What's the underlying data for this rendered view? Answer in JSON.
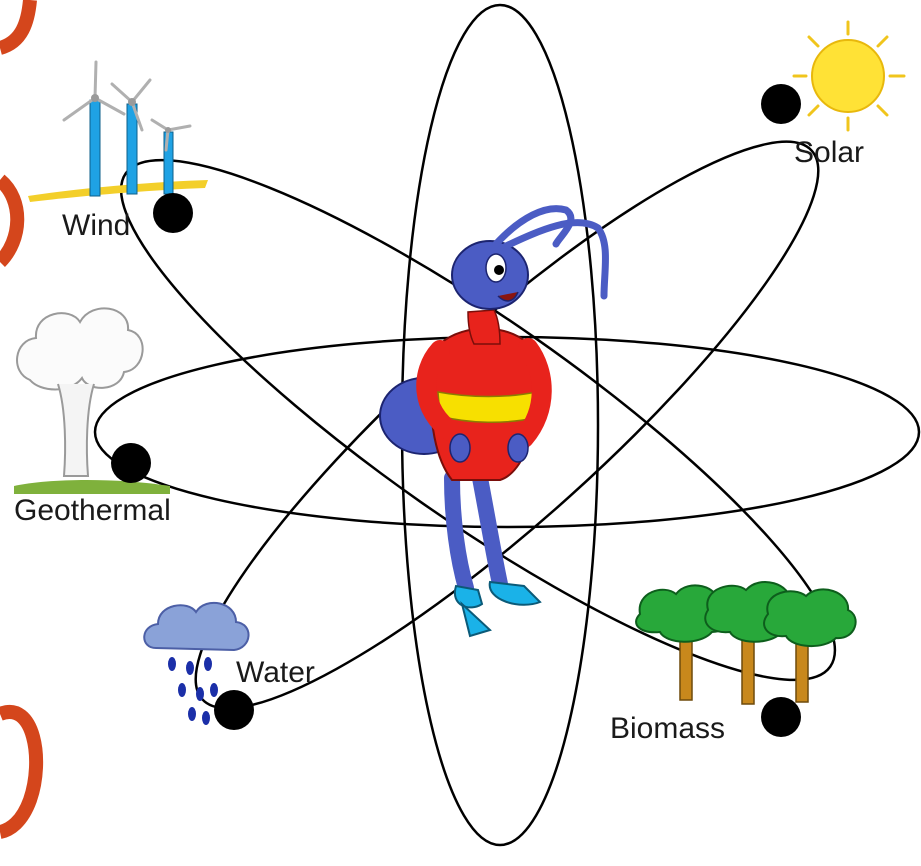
{
  "labels": {
    "wind": "Wind",
    "solar": "Solar",
    "geothermal": "Geothermal",
    "water": "Water",
    "biomass": "Biomass"
  },
  "colors": {
    "orbit": "#000000",
    "node": "#000000",
    "mascot_body": "#4b5cc4",
    "mascot_shirt": "#e8231c",
    "mascot_belt": "#f7e000",
    "sun": "#ffe236",
    "turbine_tower": "#1fa2e4",
    "tree_foliage": "#28a83a",
    "tree_trunk": "#c8881c",
    "cloud": "#8aa2d8",
    "rain": "#1b2fa8",
    "steam_outline": "#9a9a9a",
    "corner_accent": "#d4461c"
  },
  "icons": [
    "wind-turbines-icon",
    "sun-icon",
    "geothermal-steam-icon",
    "rain-cloud-icon",
    "trees-icon",
    "ant-mascot-icon"
  ]
}
